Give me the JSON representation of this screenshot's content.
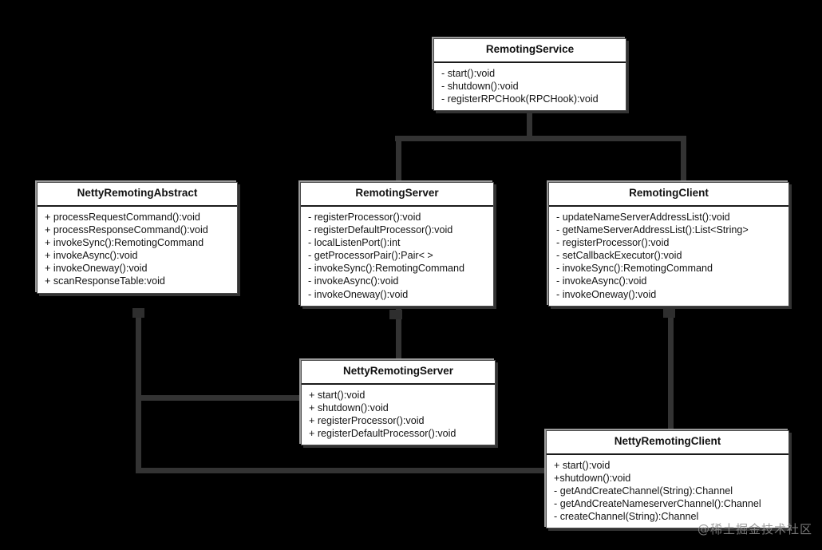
{
  "diagram": {
    "type": "uml-class-diagram",
    "background_color": "#000000",
    "box_fill_color": "#ffffff",
    "connector_color": "#333333",
    "classes": [
      {
        "id": "remoting-service",
        "name": "RemotingService",
        "members": [
          "- start():void",
          "- shutdown():void",
          "- registerRPCHook(RPCHook):void"
        ]
      },
      {
        "id": "netty-remoting-abstract",
        "name": "NettyRemotingAbstract",
        "members": [
          "+ processRequestCommand():void",
          "+ processResponseCommand():void",
          "+ invokeSync():RemotingCommand",
          "+ invokeAsync():void",
          "+ invokeOneway():void",
          "+ scanResponseTable:void"
        ]
      },
      {
        "id": "remoting-server",
        "name": "RemotingServer",
        "members": [
          "- registerProcessor():void",
          "- registerDefaultProcessor():void",
          "- localListenPort():int",
          "- getProcessorPair():Pair< >",
          "- invokeSync():RemotingCommand",
          "- invokeAsync():void",
          "- invokeOneway():void"
        ]
      },
      {
        "id": "remoting-client",
        "name": "RemotingClient",
        "members": [
          "- updateNameServerAddressList():void",
          "- getNameServerAddressList():List<String>",
          "- registerProcessor():void",
          "- setCallbackExecutor():void",
          "- invokeSync():RemotingCommand",
          "- invokeAsync():void",
          "- invokeOneway():void"
        ]
      },
      {
        "id": "netty-remoting-server",
        "name": "NettyRemotingServer",
        "members": [
          "+ start():void",
          "+ shutdown():void",
          "+ registerProcessor():void",
          "+ registerDefaultProcessor():void"
        ]
      },
      {
        "id": "netty-remoting-client",
        "name": "NettyRemotingClient",
        "members": [
          "+ start():void",
          "+shutdown():void",
          "- getAndCreateChannel(String):Channel",
          "- getAndCreateNameserverChannel():Channel",
          "- createChannel(String):Channel"
        ]
      }
    ]
  },
  "watermark": {
    "text": "@稀土掘金技术社区"
  }
}
